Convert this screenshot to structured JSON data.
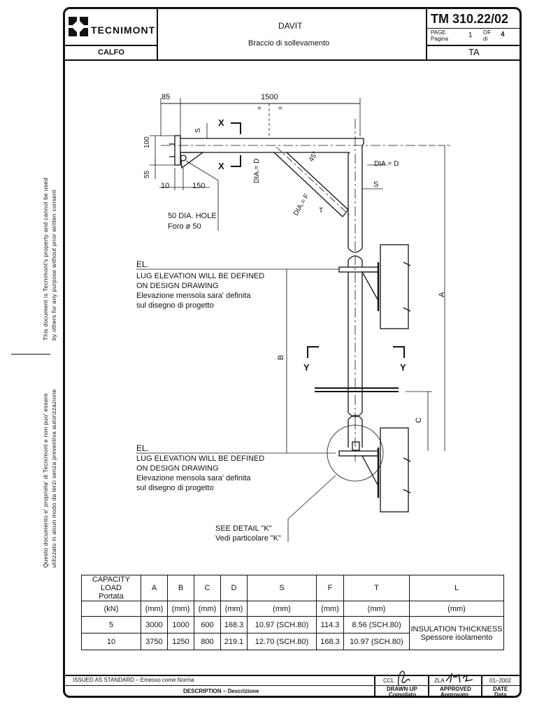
{
  "header": {
    "logo_text": "TECNIMONT",
    "client": "CALFO",
    "title": "DAVIT",
    "subtitle": "Braccio di sollevamento",
    "doc_number": "TM 310.22/02",
    "page_label_en": "PAGE",
    "page_label_it": "Pagina",
    "page_number": "1",
    "of_label_en": "OF",
    "of_label_it": "di",
    "page_total": "4",
    "revision": "TA"
  },
  "side_notice": {
    "en_line1": "This document is Tecnimont's property and cannot be used",
    "en_line2": "by others  for any purpose  without  prior written consent",
    "it_line1": "Questo documento e' proprieta' di Tecnimont  e  non puo'  essere",
    "it_line2": "utilizzato in alcun modo da terzi senza preventiva autorizzazione"
  },
  "drawing": {
    "dim_85": "85",
    "dim_1500": "1500",
    "dim_100": "100",
    "dim_55": "55",
    "dim_10": "10",
    "dim_150": "150",
    "label_s_top": "S",
    "label_s_right": "S",
    "label_x": "X",
    "label_dia_d_left": "DIA.= D",
    "label_dia_d_right": "DIA.= D",
    "label_dia_f": "DIA.= F",
    "label_t": "T",
    "label_45": "45°",
    "eq1": "=",
    "eq2": "=",
    "hole_note_en": "50 DIA. HOLE",
    "hole_note_it": "Foro ø 50",
    "el1": "EL.",
    "lug1_en1": "LUG ELEVATION  WILL BE DEFINED",
    "lug1_en2": "ON DESIGN DRAWING",
    "lug1_it1": "Elevazione mensola sara' definita",
    "lug1_it2": "sul disegno di progetto",
    "el2": "EL.",
    "lug2_en1": "LUG ELEVATION  WILL BE DEFINED",
    "lug2_en2": "ON DESIGN DRAWING",
    "lug2_it1": "Elevazione mensola sara' definita",
    "lug2_it2": "sul disegno di progetto",
    "dim_a": "A",
    "dim_b": "B",
    "dim_c": "C",
    "label_y": "Y",
    "detail_en": "SEE DETAIL \"K\"",
    "detail_it": "Vedi particolare \"K\""
  },
  "table": {
    "head_capacity_en": "CAPACITY LOAD",
    "head_capacity_it": "Portata",
    "columns": [
      "A",
      "B",
      "C",
      "D",
      "S",
      "F",
      "T",
      "L"
    ],
    "units_first": "(kN)",
    "units": [
      "(mm)",
      "(mm)",
      "(mm)",
      "(mm)",
      "(mm)",
      "(mm)",
      "(mm)",
      "(mm)"
    ],
    "rows": [
      {
        "load": "5",
        "A": "3000",
        "B": "1000",
        "C": "600",
        "D": "168.3",
        "S": "10.97  (SCH.80)",
        "F": "114.3",
        "T": "8.56  (SCH.80)"
      },
      {
        "load": "10",
        "A": "3750",
        "B": "1250",
        "C": "800",
        "D": "219.1",
        "S": "12.70  (SCH.80)",
        "F": "168.3",
        "T": "10.97  (SCH.80)"
      }
    ],
    "L_en": "INSULATION THICKNESS",
    "L_it": "Spessore isolamento"
  },
  "footer": {
    "issued": "ISSUED AS STANDARD  –  Emesso come Norma",
    "description": "DESCRIPTION  –  Descrizione",
    "ccl": "CCL",
    "drawn_en": "DRAWN UP",
    "drawn_it": "Compilato",
    "zla": "ZLA",
    "approved_en": "APPROVED",
    "approved_it": "Approvato",
    "date_value": "01–2002",
    "date_en": "DATE",
    "date_it": "Data"
  }
}
